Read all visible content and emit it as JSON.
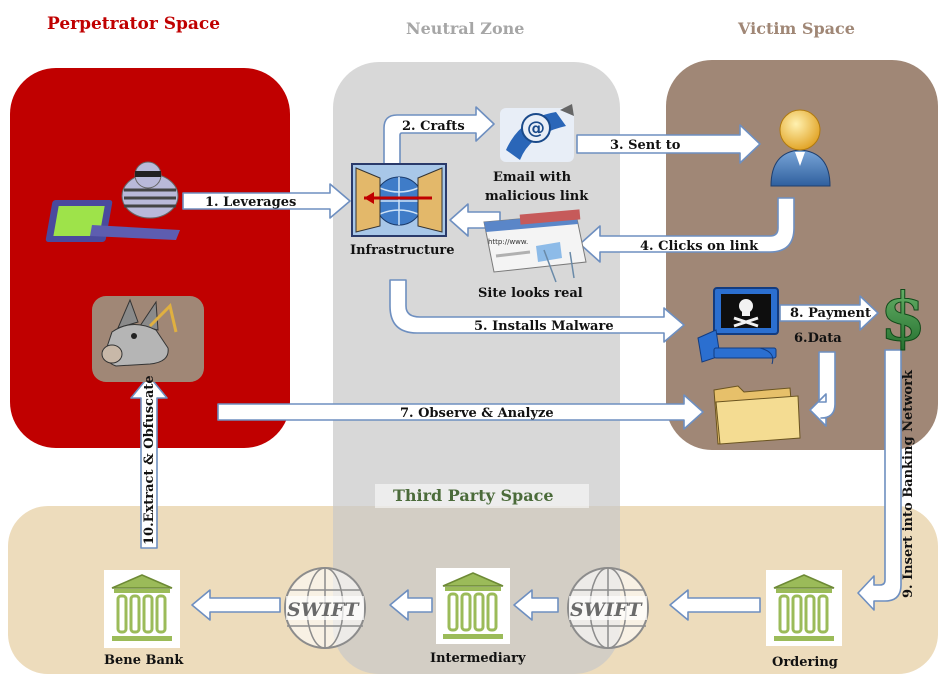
{
  "zones": {
    "perpetrator": "Perpetrator Space",
    "neutral": "Neutral Zone",
    "victim": "Victim Space",
    "third_party": "Third Party Space"
  },
  "nodes": {
    "email": "Email with",
    "email2": "malicious link",
    "infrastructure": "Infrastructure",
    "site": "Site looks real",
    "swift1": "SWIFT",
    "swift2": "SWIFT",
    "bene": "Bene Bank",
    "intermediary": "Intermediary",
    "ordering": "Ordering",
    "dollar": "$",
    "at": "@",
    "url": "http://www."
  },
  "steps": {
    "s1": "1. Leverages",
    "s2": "2. Crafts",
    "s3": "3. Sent to",
    "s4": "4. Clicks on link",
    "s5": "5. Installs Malware",
    "s6": "6.Data",
    "s7": "7. Observe & Analyze",
    "s8": "8. Payment",
    "s9": "9. Insert into Banking Network",
    "s10": "10.Extract & Obfuscate"
  },
  "colors": {
    "perpetrator": "#c00000",
    "neutral": "#d9d9d9",
    "victim": "#a08776",
    "third_party": "#eddcbc",
    "arrow_stroke": "#6e8fc0",
    "bank_green": "#9bbb59"
  }
}
